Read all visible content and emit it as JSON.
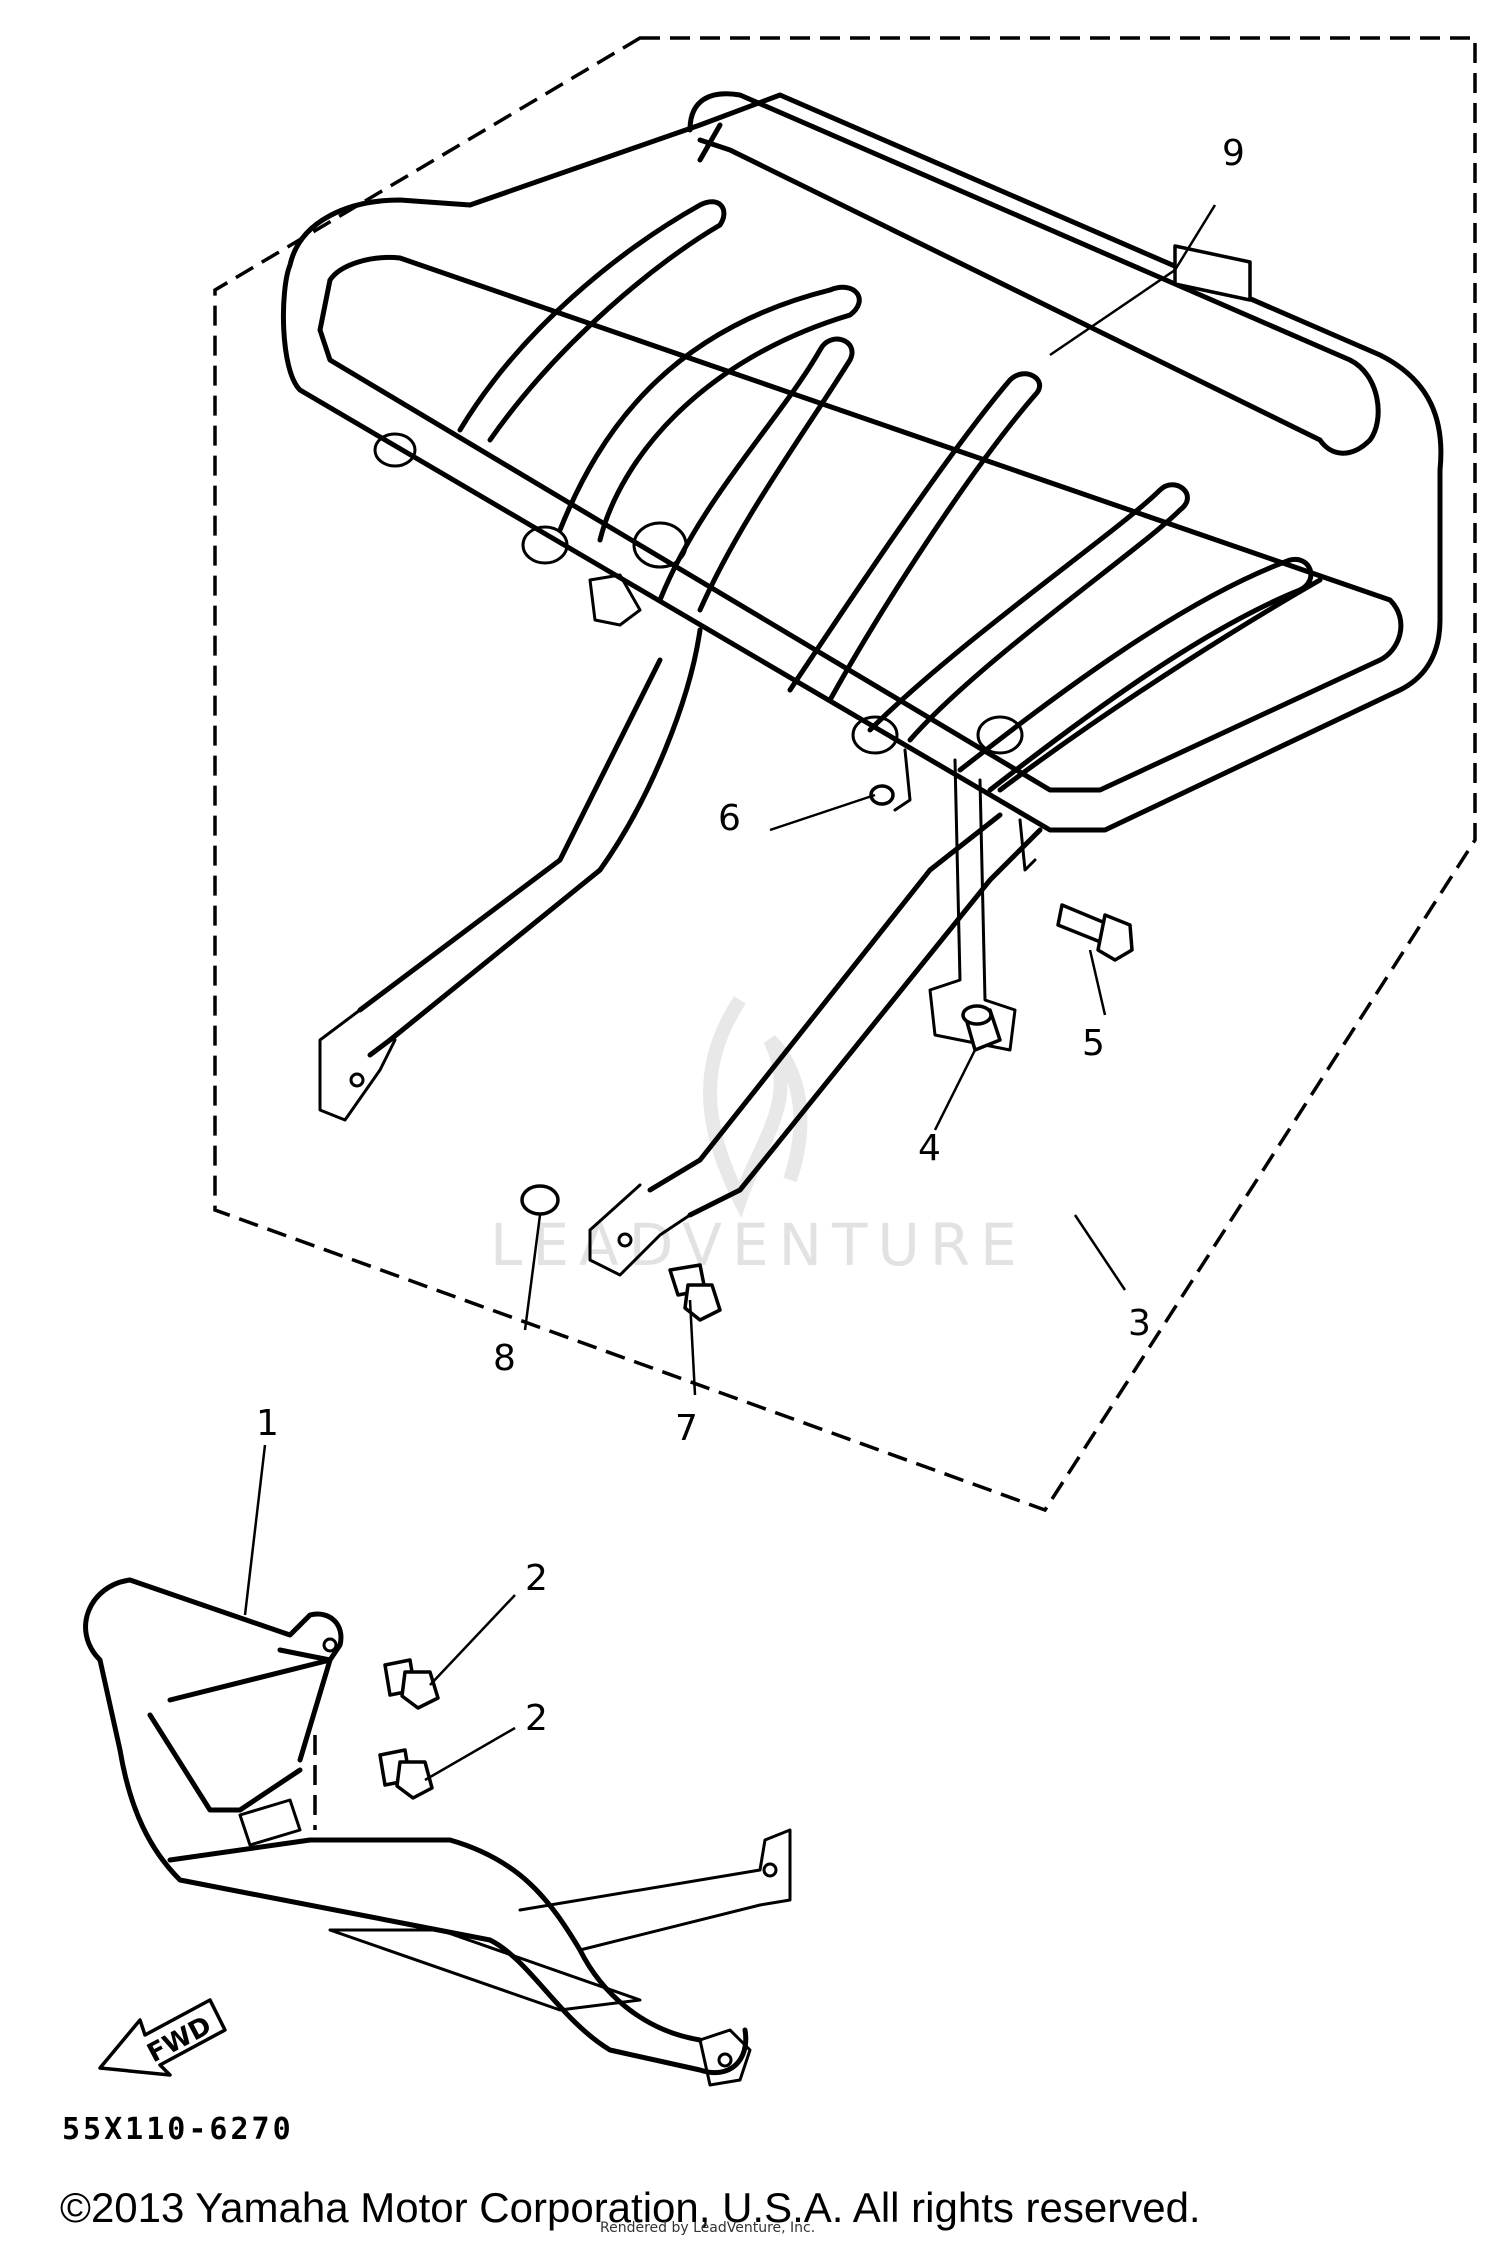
{
  "diagram": {
    "callouts": [
      {
        "id": "1",
        "label": "1"
      },
      {
        "id": "2a",
        "label": "2"
      },
      {
        "id": "2b",
        "label": "2"
      },
      {
        "id": "3",
        "label": "3"
      },
      {
        "id": "4",
        "label": "4"
      },
      {
        "id": "5",
        "label": "5"
      },
      {
        "id": "6",
        "label": "6"
      },
      {
        "id": "7",
        "label": "7"
      },
      {
        "id": "8",
        "label": "8"
      },
      {
        "id": "9",
        "label": "9"
      }
    ],
    "direction_arrow_label": "FWD",
    "watermark_text": "LEADVENTURE"
  },
  "footer": {
    "part_code": "55X110-6270",
    "copyright": "©2013 Yamaha Motor Corporation, U.S.A. All rights reserved.",
    "rendered_by": "Rendered by LeadVenture, Inc."
  }
}
